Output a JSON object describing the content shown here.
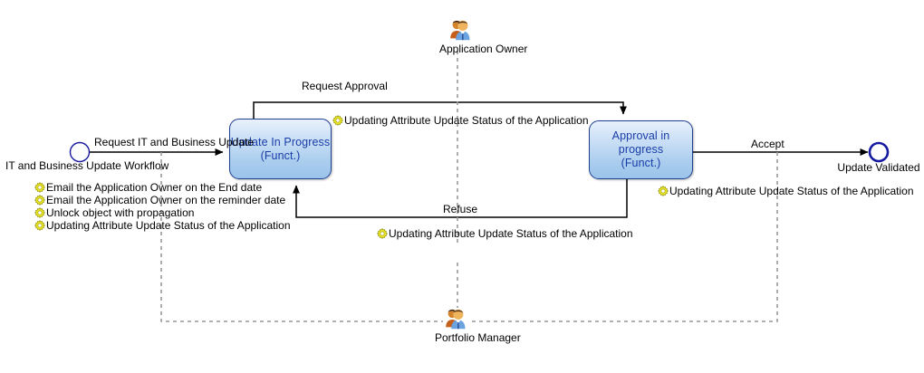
{
  "diagram": {
    "title": "IT and Business Update Workflow",
    "colors": {
      "activity_border": "#1f3f8f",
      "activity_text": "#1a3da8",
      "node_stroke": "#151a9e",
      "flow_line": "#000000",
      "lifeline": "#999999",
      "gear_fill": "#f5ef28",
      "gear_stroke": "#9a9a10"
    }
  },
  "nodes": {
    "start": {
      "label": "IT and Business Update Workflow",
      "icon": "start-node-circle"
    },
    "end": {
      "label": "Update Validated",
      "icon": "end-node-circle"
    },
    "activity_update": {
      "label": "Update In Progress\n(Funct.)",
      "line1": "Update In Progress",
      "line2": "(Funct.)"
    },
    "activity_approval": {
      "label": "Approval in progress\n(Funct.)",
      "line1": "Approval in progress",
      "line2": "(Funct.)"
    }
  },
  "actors": [
    {
      "name": "Application Owner",
      "icon": "users-actor-icon",
      "position": "top"
    },
    {
      "name": "Portfolio Manager",
      "icon": "users-actor-icon",
      "position": "bottom"
    }
  ],
  "transitions": [
    {
      "name": "request-it-and-business-update",
      "label": "Request IT and Business Update"
    },
    {
      "name": "request-approval",
      "label": "Request Approval"
    },
    {
      "name": "accept",
      "label": "Accept"
    },
    {
      "name": "refuse",
      "label": "Refuse"
    }
  ],
  "actions": {
    "start_actions": [
      {
        "icon": "gear-icon",
        "label": "Email the Application Owner on the End date"
      },
      {
        "icon": "gear-icon",
        "label": "Email the Application Owner on the reminder date"
      },
      {
        "icon": "gear-icon",
        "label": "Unlock object with propagation"
      },
      {
        "icon": "gear-icon",
        "label": "Updating Attribute Update Status of the Application"
      }
    ],
    "request_approval_action": {
      "icon": "gear-icon",
      "label": "Updating Attribute Update Status of the Application"
    },
    "accept_action": {
      "icon": "gear-icon",
      "label": "Updating Attribute Update Status of the Application"
    },
    "refuse_action": {
      "icon": "gear-icon",
      "label": "Updating Attribute Update Status of the Application"
    }
  }
}
